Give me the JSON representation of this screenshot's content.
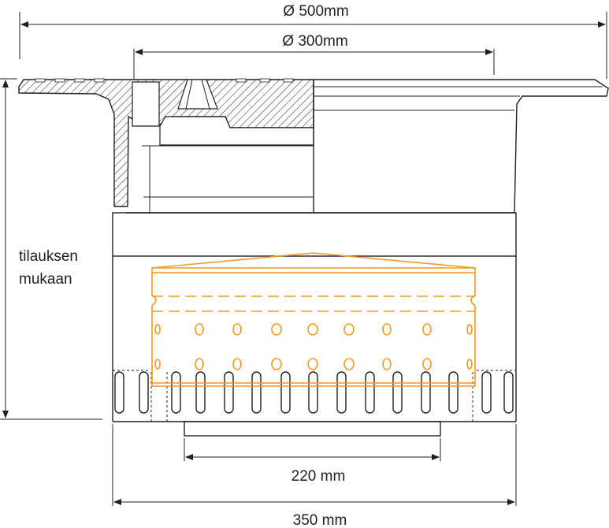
{
  "dimensions": {
    "outer_diameter": "Ø 500mm",
    "inner_diameter": "Ø 300mm",
    "bottom_inner_width": "220 mm",
    "bottom_outer_width": "350 mm"
  },
  "height_label": {
    "line1": "tilauksen",
    "line2": "mukaan"
  },
  "colors": {
    "line": "#231f20",
    "filter_basket": "#f29a1f"
  }
}
